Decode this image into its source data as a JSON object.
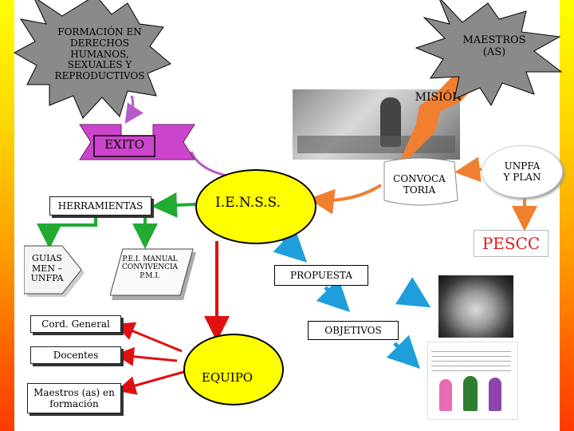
{
  "nodes": {
    "formacion": "FORMACIÓN EN DERECHOS HUMANOS, SEXUALES Y REPRODUCTIVOS",
    "maestros": "MAESTROS (AS)",
    "mision": "MISIÓN",
    "exito": "EXITO",
    "herramientas": "HERRAMIENTAS",
    "ienss": "I.E.N.S.S.",
    "convocatoria": "CONVOCA TORIA",
    "unpfa_plan": "UNPFA Y PLAN",
    "pescc": "PESCC",
    "guias": "GUIAS MEN – UNFPA",
    "pei": "P.E.I. MANUAL CONVIVENCIA P.M.I.",
    "propuesta": "PROPUESTA",
    "cord_general": "Cord. General",
    "objetivos": "OBJETIVOS",
    "docentes": "Docentes",
    "equipo": "EQUIPO",
    "maestros_formacion": "Maestros (as) en formación"
  },
  "colors": {
    "yellow_node": "#ffff00",
    "pink_banner": "#cc44cc",
    "orange_arrow": "#f07f30",
    "green_arrow": "#22aa33",
    "red_arrow": "#e01010",
    "blue_arrow": "#1e9fdc",
    "purple_arrow": "#b65cc8"
  }
}
